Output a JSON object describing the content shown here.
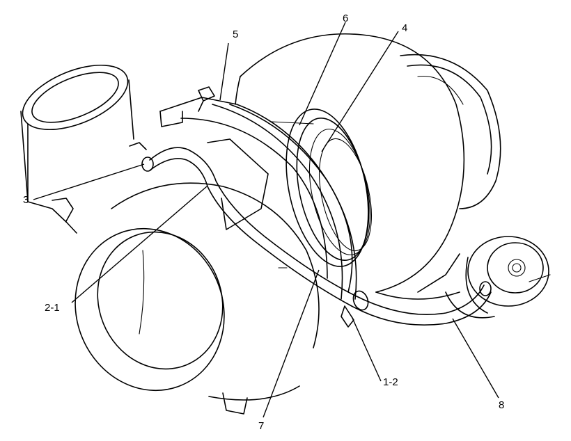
{
  "callouts": {
    "c5": "5",
    "c6": "6",
    "c4": "4",
    "c3": "3",
    "c2_1": "2-1",
    "c1_2": "1-2",
    "c7": "7",
    "c8": "8"
  },
  "colors": {
    "line": "#000000",
    "background": "#ffffff"
  }
}
